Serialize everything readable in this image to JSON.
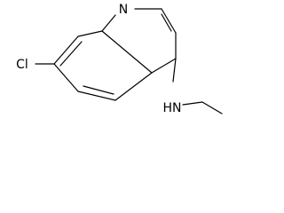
{
  "molecule": {
    "atoms": {
      "ring_nitrogen": "N",
      "chlorine": "Cl",
      "amine": "HN"
    }
  }
}
